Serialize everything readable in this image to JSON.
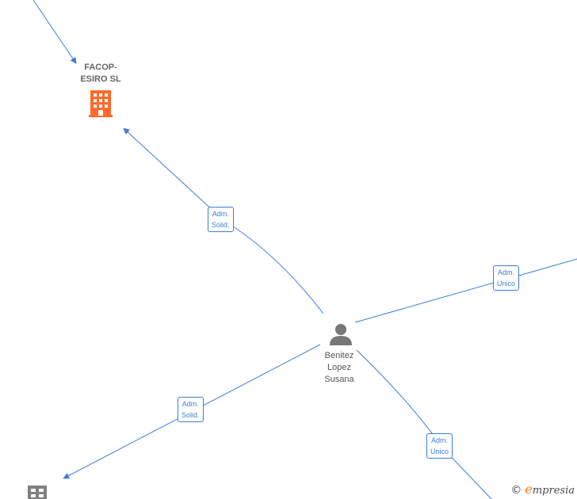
{
  "colors": {
    "edge": "#3b7dd8",
    "company_highlight": "#ff6a2b",
    "company_default": "#808080",
    "person": "#777777",
    "brand_accent": "#f07c1e"
  },
  "nodes": {
    "company_top": {
      "label": "FACOP-\nESIRO SL",
      "icon": "building-icon"
    },
    "person": {
      "label": "Benitez\nLopez\nSusana",
      "icon": "person-icon"
    },
    "company_bottom": {
      "label": "",
      "icon": "building-icon"
    }
  },
  "edges": [
    {
      "id": "e1",
      "label": "Adm.\nSolid.",
      "to": "company_top"
    },
    {
      "id": "e2",
      "label": "Adm.\nUnico",
      "to": "offscreen-right"
    },
    {
      "id": "e3",
      "label": "Adm.\nSolid.",
      "to": "company_bottom"
    },
    {
      "id": "e4",
      "label": "Adm.\nUnico",
      "to": "offscreen-bottom"
    }
  ],
  "brand": {
    "copyright": "©",
    "initial": "e",
    "name": "mpresia"
  }
}
